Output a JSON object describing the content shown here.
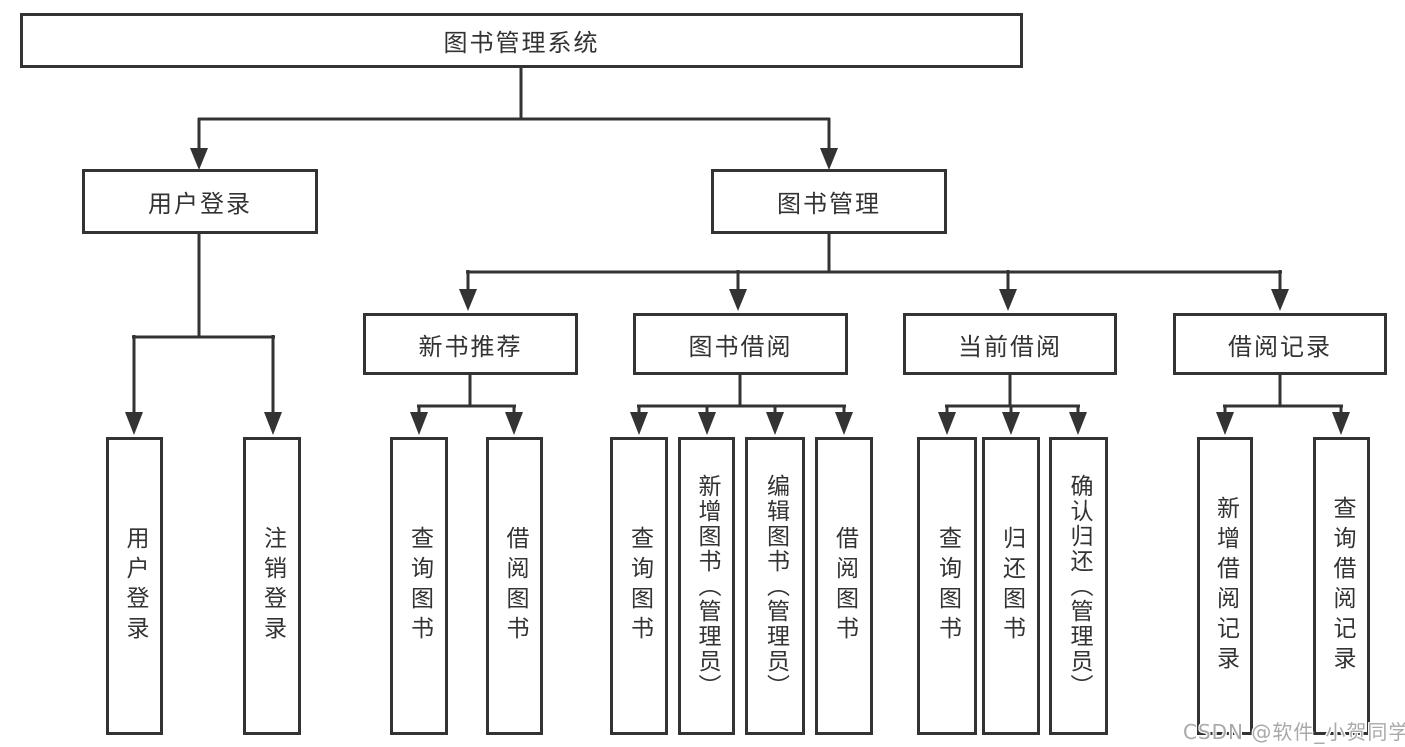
{
  "diagram": {
    "tree": {
      "label": "图书管理系统",
      "children": [
        {
          "label": "用户登录",
          "children": [
            {
              "label": "用户登录"
            },
            {
              "label": "注销登录"
            }
          ]
        },
        {
          "label": "图书管理",
          "children": [
            {
              "label": "新书推荐",
              "children": [
                {
                  "label": "查询图书"
                },
                {
                  "label": "借阅图书"
                }
              ]
            },
            {
              "label": "图书借阅",
              "children": [
                {
                  "label": "查询图书"
                },
                {
                  "label": "新增图书（管理员）"
                },
                {
                  "label": "编辑图书（管理员）"
                },
                {
                  "label": "借阅图书"
                }
              ]
            },
            {
              "label": "当前借阅",
              "children": [
                {
                  "label": "查询图书"
                },
                {
                  "label": "归还图书"
                },
                {
                  "label": "确认归还（管理员）"
                }
              ]
            },
            {
              "label": "借阅记录",
              "children": [
                {
                  "label": "新增借阅记录"
                },
                {
                  "label": "查询借阅记录"
                }
              ]
            }
          ]
        }
      ]
    },
    "watermark": "CSDN @软件_小贺同学",
    "colors": {
      "line": "#333333",
      "box_border": "#333333",
      "text": "#333333",
      "watermark": "#a9a9a9",
      "background": "#ffffff"
    }
  }
}
